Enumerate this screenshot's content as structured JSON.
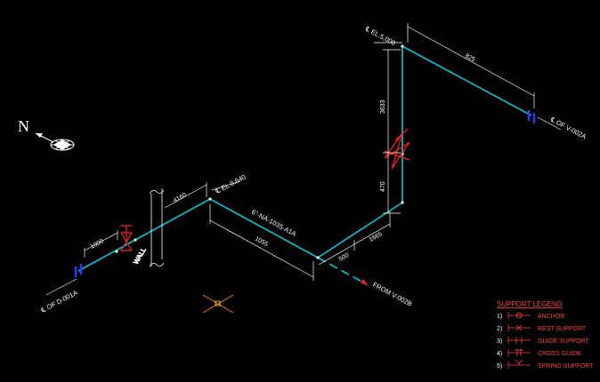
{
  "drawing": {
    "north_label": "N",
    "pipe_label": "6\"-NA-1035-A1A",
    "from_label": "FROM V-002B",
    "wall_label": "WALL",
    "elevations": {
      "top": "℄ EL.5,000",
      "mid": "℄ EL.0.640"
    },
    "ends": {
      "left": "℄ OF D-001A",
      "right": "℄ OF V-002A"
    },
    "dimensions": {
      "d1000": "1000",
      "d4160": "4160",
      "d1055": "1055",
      "d500": "500",
      "d1665": "1665",
      "d3633": "3633",
      "d470": "470",
      "d825": "825"
    }
  },
  "legend": {
    "title": "SUPPORT LEGEND",
    "items": [
      {
        "num": "1)",
        "label": "ANCHOR"
      },
      {
        "num": "2)",
        "label": "REST SUPPORT"
      },
      {
        "num": "3)",
        "label": "GUIDE SUPPORT"
      },
      {
        "num": "4)",
        "label": "CROSS GUIDE"
      },
      {
        "num": "5)",
        "label": "SPRING SUPPORT"
      }
    ]
  },
  "colors": {
    "pipe": "#00c8d8",
    "dimension": "#ffffff",
    "valve": "#ff2020",
    "flange": "#2040ff",
    "legend": "#ff4040",
    "background": "#000000"
  }
}
